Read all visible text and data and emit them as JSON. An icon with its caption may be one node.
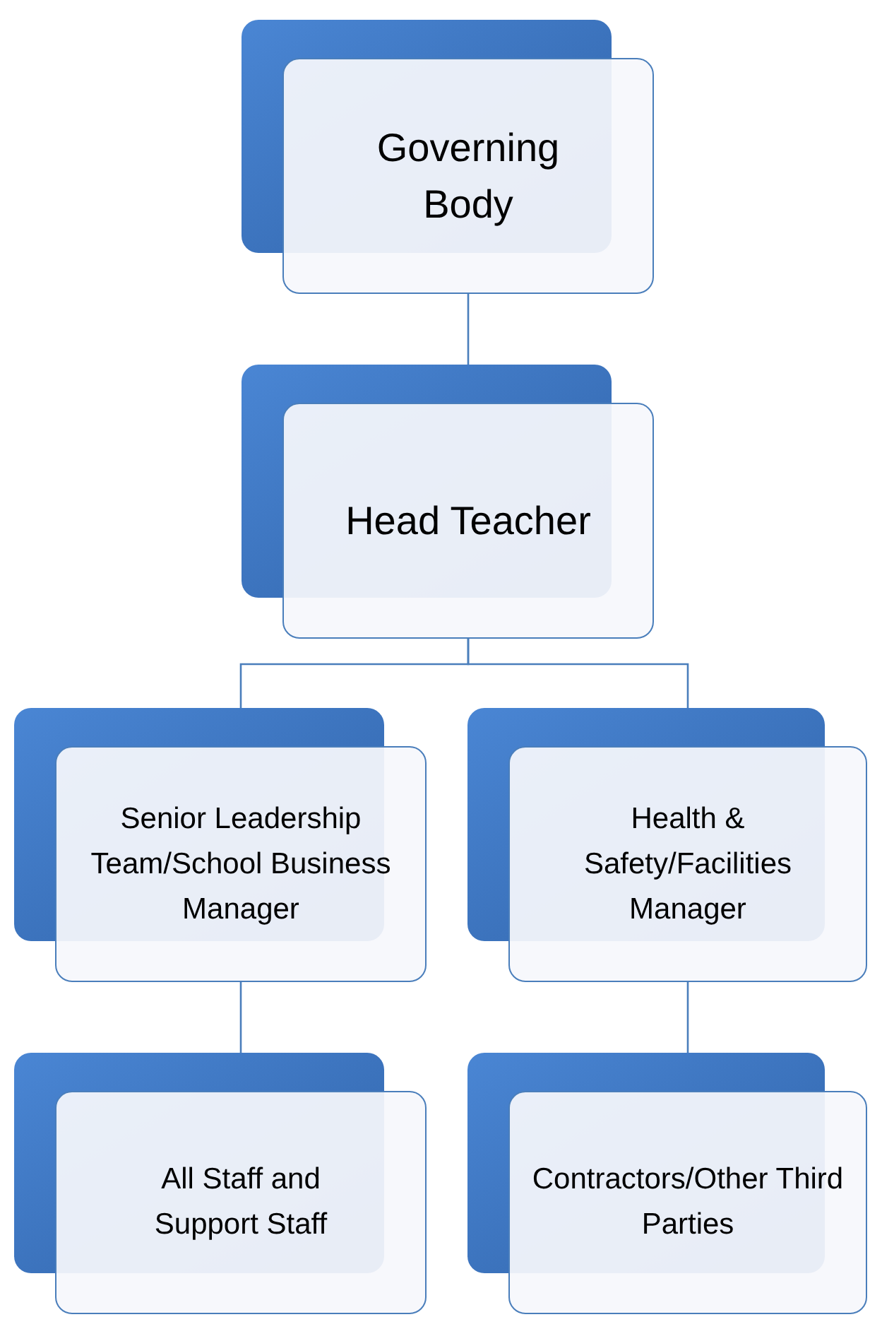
{
  "diagram": {
    "nodes": [
      {
        "text": [
          "Governing Body"
        ]
      },
      {
        "text": [
          "Head Teacher"
        ]
      },
      {
        "text": [
          "Senior Leadership Team/School Business Manager"
        ]
      },
      {
        "text": [
          "Health & Safety/Facilities Manager"
        ]
      },
      {
        "text": [
          "All Staff and Support Staff"
        ]
      },
      {
        "text": [
          "Contractors/Other Third Parties"
        ]
      }
    ],
    "edges": [
      {
        "from": 0,
        "to": 1,
        "arrow": "none"
      },
      {
        "from": 1,
        "to": 2,
        "arrow": "none"
      },
      {
        "from": 1,
        "to": 3,
        "arrow": "none"
      },
      {
        "from": 2,
        "to": 4,
        "arrow": "none"
      },
      {
        "from": 3,
        "to": 5,
        "arrow": "none"
      }
    ]
  }
}
